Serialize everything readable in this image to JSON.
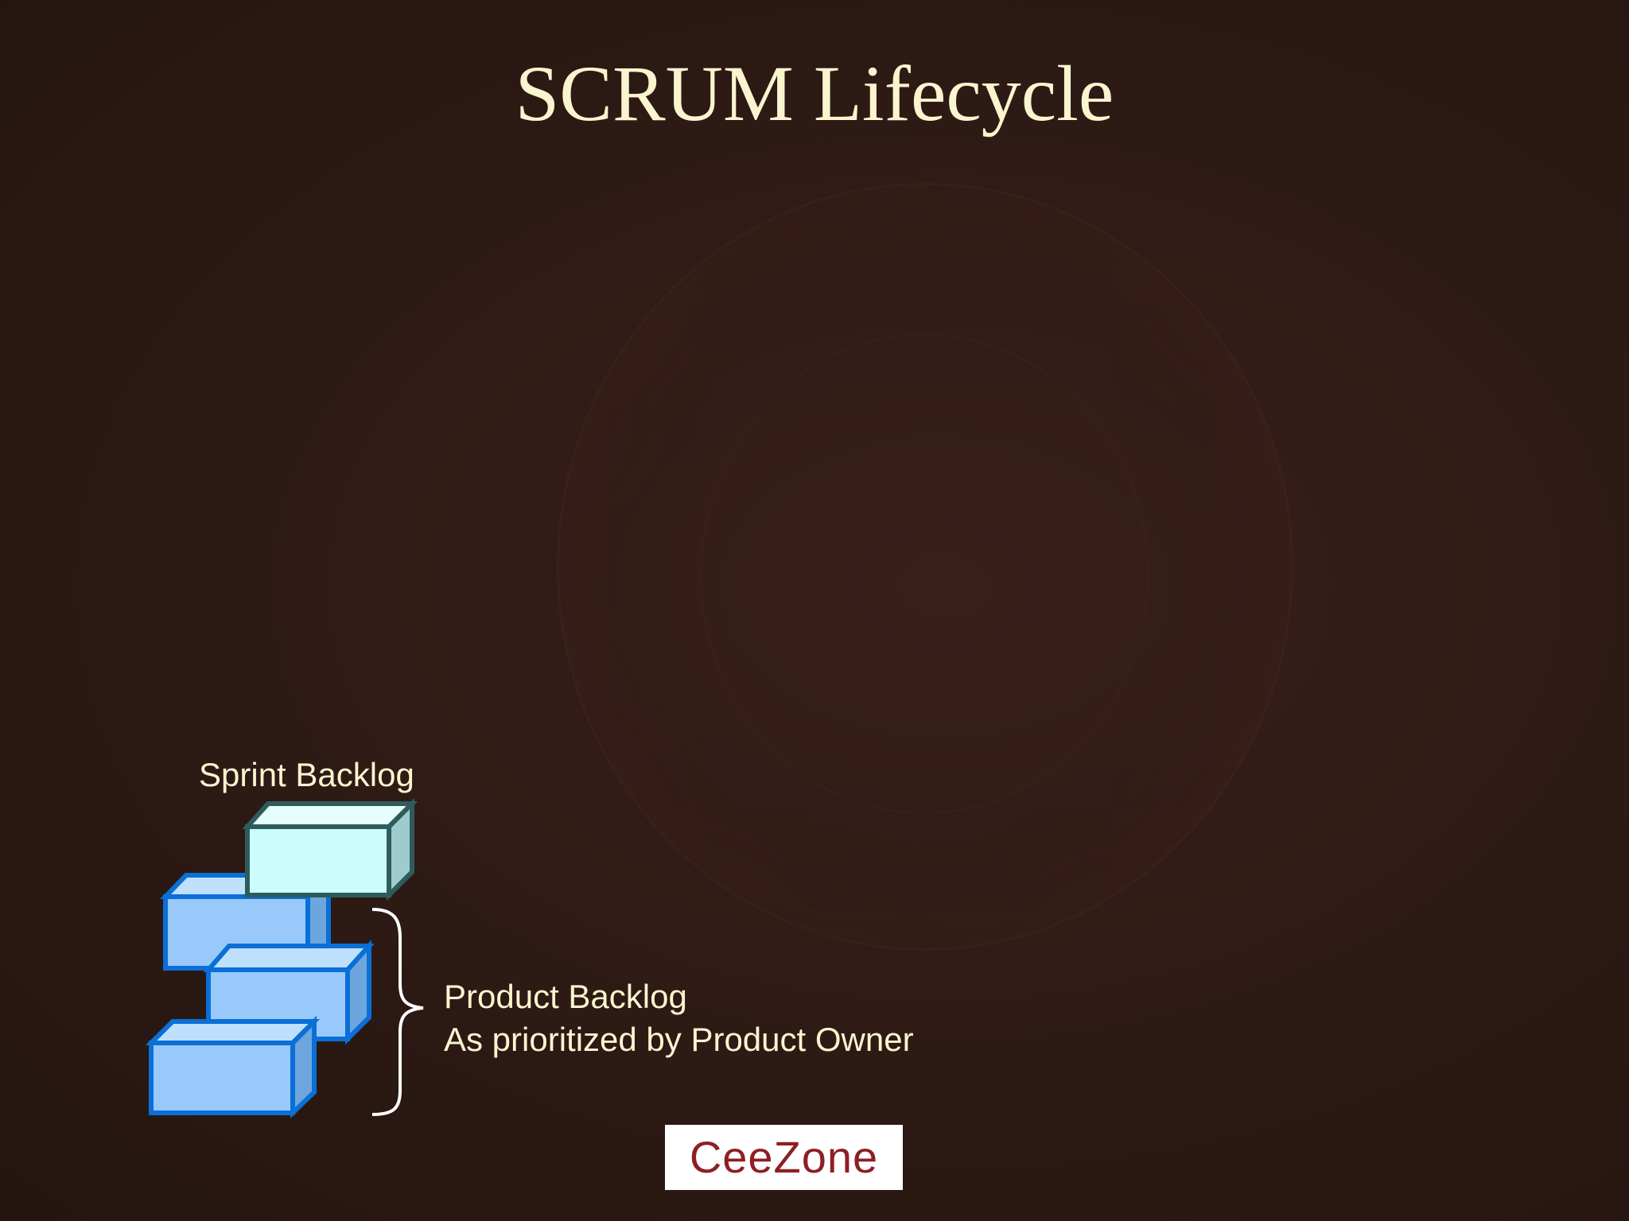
{
  "slide": {
    "title": "SCRUM Lifecycle"
  },
  "diagram": {
    "sprint_backlog_label": "Sprint Backlog",
    "product_backlog_label": "Product Backlog",
    "product_backlog_note": "As prioritized by Product Owner"
  },
  "logo": {
    "text": "CeeZone"
  },
  "colors": {
    "background": "#2b1a15",
    "text": "#fbf5cf",
    "product_block_fill": "#99c9fb",
    "product_block_stroke": "#0a6fd6",
    "sprint_block_fill": "#ccfdfd",
    "sprint_block_stroke": "#2e5c5c",
    "logo_text": "#8e1f25"
  },
  "icons": {
    "product_backlog_blocks": "stacked-blocks-icon",
    "sprint_backlog_block": "block-icon",
    "grouping_brace": "curly-brace"
  }
}
